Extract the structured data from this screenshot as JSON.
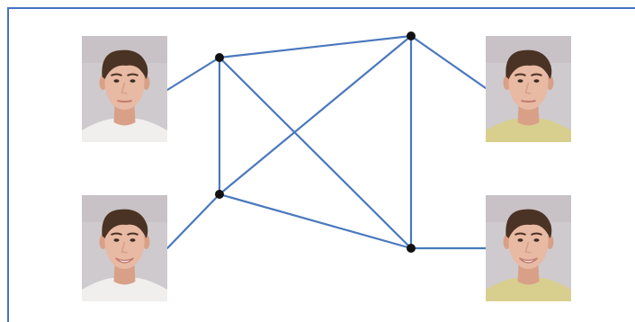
{
  "colors": {
    "border": "#4472c4",
    "edge": "#4a78bd",
    "node": "#111111",
    "photo_background": "#cfcacd",
    "photo_background_shade": "#b9b3b8",
    "skin": "#e8b9a3",
    "skin_shade": "#d9a088",
    "hair": "#4a3324",
    "eye": "#3a2a22",
    "shirt_white": "#f1efee",
    "shirt_yellow": "#d8cf8e",
    "lips": "#c27a72"
  },
  "diagram": {
    "faces": [
      {
        "id": "face-top-left",
        "shirt": "white",
        "smile": false,
        "anchor": "right"
      },
      {
        "id": "face-bottom-left",
        "shirt": "white",
        "smile": true,
        "anchor": "right"
      },
      {
        "id": "face-top-right",
        "shirt": "yellow",
        "smile": false,
        "anchor": "left"
      },
      {
        "id": "face-bottom-right",
        "shirt": "yellow",
        "smile": true,
        "anchor": "left"
      }
    ],
    "nodes": [
      {
        "id": "node-a"
      },
      {
        "id": "node-b"
      },
      {
        "id": "node-c"
      },
      {
        "id": "node-d"
      }
    ],
    "edges": [
      {
        "from": "node-a",
        "to": "node-b"
      },
      {
        "from": "node-a",
        "to": "node-c"
      },
      {
        "from": "node-a",
        "to": "node-d"
      },
      {
        "from": "node-b",
        "to": "node-c"
      },
      {
        "from": "node-b",
        "to": "node-d"
      },
      {
        "from": "node-c",
        "to": "node-d"
      },
      {
        "from": "face-top-left",
        "to": "node-a"
      },
      {
        "from": "face-bottom-left",
        "to": "node-b"
      },
      {
        "from": "face-top-right",
        "to": "node-c"
      },
      {
        "from": "face-bottom-right",
        "to": "node-d"
      }
    ]
  }
}
